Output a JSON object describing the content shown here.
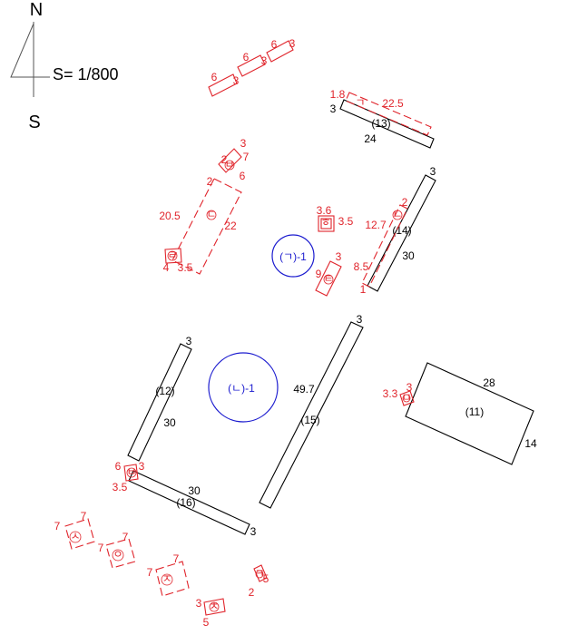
{
  "compass": {
    "north": "N",
    "south": "S",
    "scale": "S= 1/800"
  },
  "colors": {
    "built": "#000000",
    "estimated": "#e0242b",
    "pond": "#1c1ccf"
  },
  "black_buildings": [
    {
      "name": "(11)",
      "labels": [
        "28",
        "14"
      ]
    },
    {
      "name": "(12)",
      "labels": [
        "3",
        "30"
      ]
    },
    {
      "name": "(13)",
      "labels": [
        "3",
        "24"
      ]
    },
    {
      "name": "(14)",
      "labels": [
        "3",
        "30"
      ]
    },
    {
      "name": "(15)",
      "labels": [
        "3",
        "49.7"
      ]
    },
    {
      "name": "(16)",
      "labels": [
        "30",
        "3"
      ]
    }
  ],
  "ponds": [
    {
      "name": "(ㄱ)-1"
    },
    {
      "name": "(ㄴ)-1"
    }
  ],
  "red_features": {
    "top_chain": [
      "6",
      "3",
      "6",
      "3",
      "6",
      "3"
    ],
    "dashed_13": {
      "glyph": "ㄱ",
      "labels": [
        "1.8",
        "22.5"
      ]
    },
    "b_small": {
      "glyph": "ㅂ",
      "labels": [
        "2",
        "3",
        "7",
        "6"
      ]
    },
    "c_long": {
      "glyph": "ㄷ",
      "labels": [
        "2",
        "20.5",
        "22"
      ]
    },
    "e_small": {
      "glyph": "ㄹ",
      "labels": [
        "4",
        "3.5"
      ]
    },
    "h_small": {
      "glyph": "ㅎ",
      "labels": [
        "3.6",
        "3.5"
      ]
    },
    "t_small": {
      "glyph": "ㅌ",
      "labels": [
        "3",
        "9"
      ]
    },
    "l_dashed": {
      "glyph": "ㄴ",
      "labels": [
        "2",
        "12.7",
        "8.5",
        "1"
      ]
    },
    "m_small": {
      "glyph": "ㅁ",
      "labels": [
        "3.3",
        "3"
      ]
    },
    "b_lower": {
      "glyph": "ㅂ",
      "labels": [
        "6",
        "3",
        "3.5"
      ]
    },
    "s_sq": {
      "glyph": "ㅅ",
      "labels": [
        "7",
        "7"
      ]
    },
    "o_sq": {
      "glyph": "ㅇ",
      "labels": [
        "7",
        "7"
      ]
    },
    "j_sq": {
      "glyph": "ㅈ",
      "labels": [
        "7",
        "7"
      ]
    },
    "k_small": {
      "glyph": "ㅋ",
      "labels": [
        "5",
        "2"
      ]
    },
    "ch_small": {
      "glyph": "ㅊ",
      "labels": [
        "3",
        "5"
      ]
    }
  }
}
